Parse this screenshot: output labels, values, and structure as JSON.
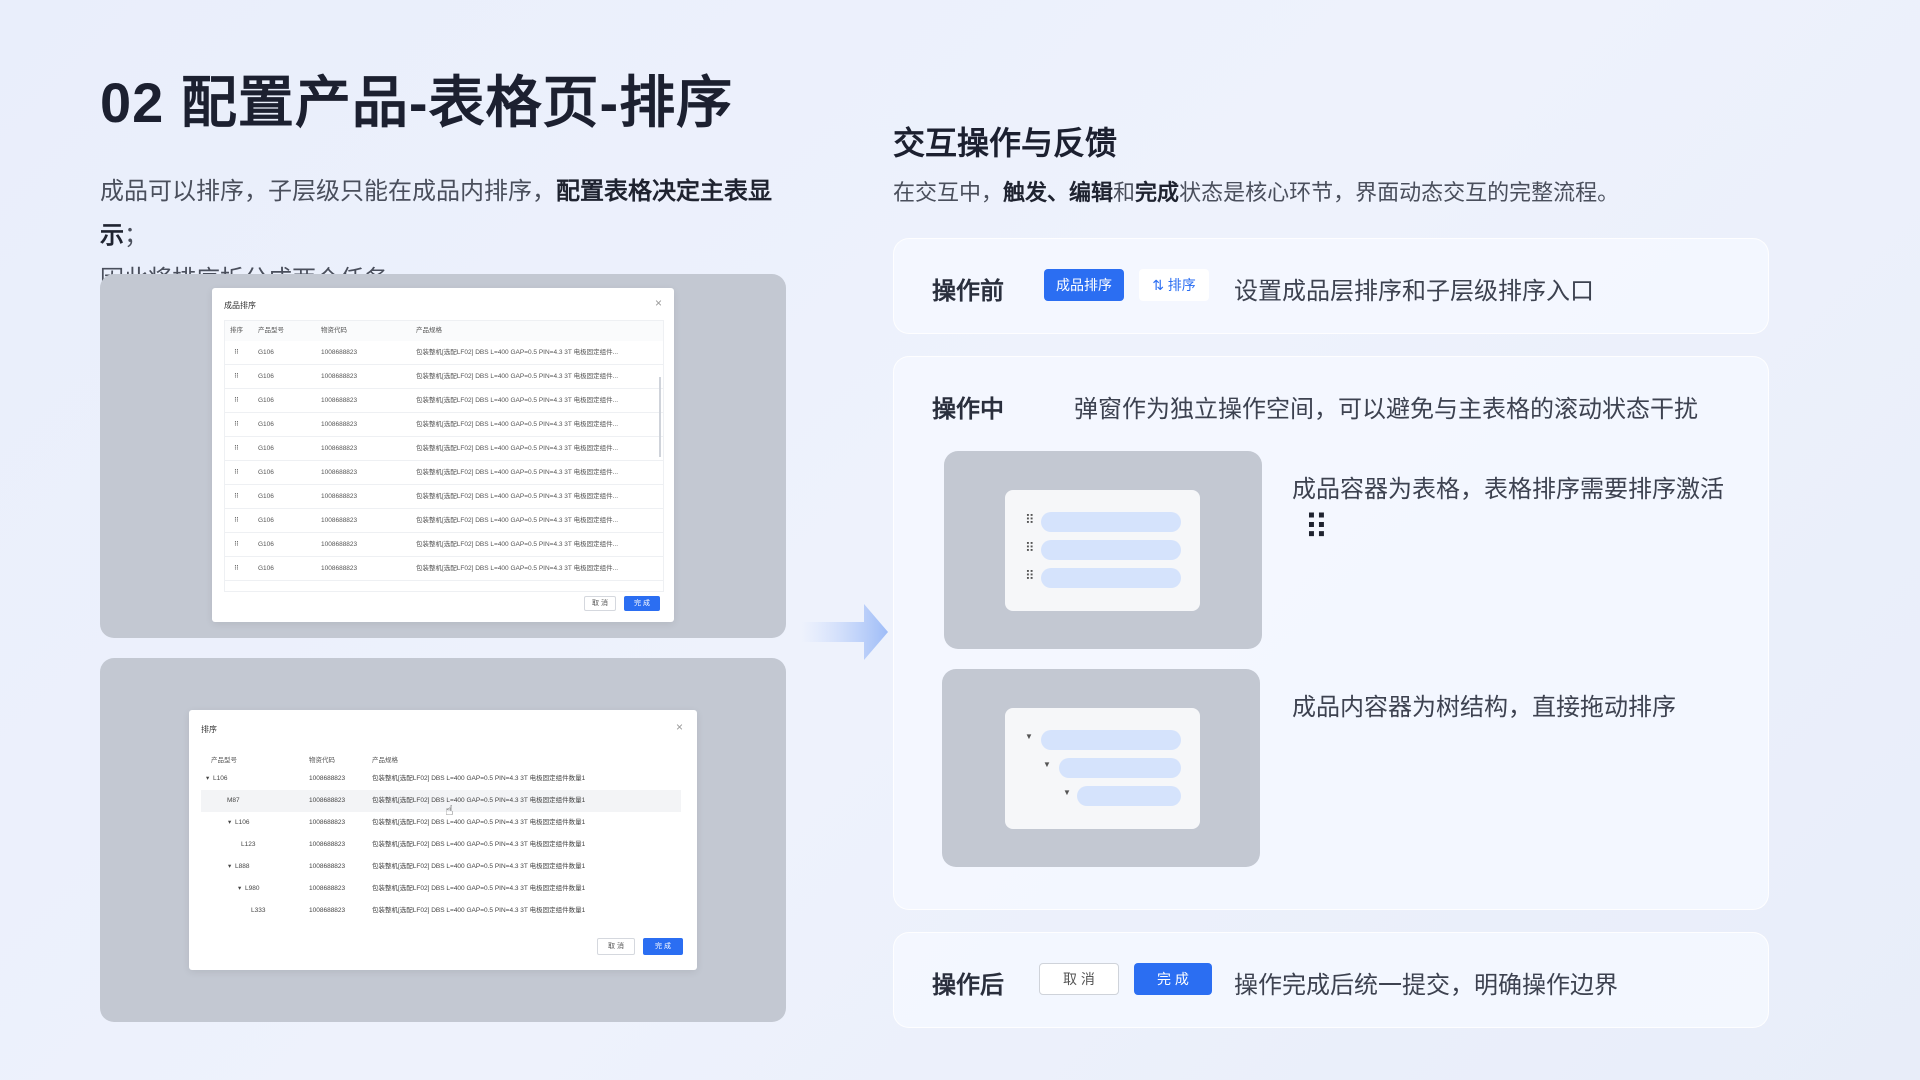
{
  "page": {
    "title": "02 配置产品-表格页-排序",
    "desc_line1_a": "成品可以排序，子层级只能在成品内排序，",
    "desc_line1_b": "配置表格决定主表显示",
    "desc_line1_c": "；",
    "desc_line2": "因此将排序拆分成两个任务。"
  },
  "dialog1": {
    "title": "成品排序",
    "close": "×",
    "headers": [
      "排序",
      "产品型号",
      "物资代码",
      "产品规格"
    ],
    "rows": [
      {
        "model": "G106",
        "code": "1008688823",
        "spec": "包装整机[选配LF02] DBS L=400 GAP=0.5 PIN=4.3 3T 电极固定组件..."
      },
      {
        "model": "G106",
        "code": "1008688823",
        "spec": "包装整机[选配LF02] DBS L=400 GAP=0.5 PIN=4.3 3T 电极固定组件..."
      },
      {
        "model": "G106",
        "code": "1008688823",
        "spec": "包装整机[选配LF02] DBS L=400 GAP=0.5 PIN=4.3 3T 电极固定组件..."
      },
      {
        "model": "G106",
        "code": "1008688823",
        "spec": "包装整机[选配LF02] DBS L=400 GAP=0.5 PIN=4.3 3T 电极固定组件..."
      },
      {
        "model": "G106",
        "code": "1008688823",
        "spec": "包装整机[选配LF02] DBS L=400 GAP=0.5 PIN=4.3 3T 电极固定组件..."
      },
      {
        "model": "G106",
        "code": "1008688823",
        "spec": "包装整机[选配LF02] DBS L=400 GAP=0.5 PIN=4.3 3T 电极固定组件..."
      },
      {
        "model": "G106",
        "code": "1008688823",
        "spec": "包装整机[选配LF02] DBS L=400 GAP=0.5 PIN=4.3 3T 电极固定组件..."
      },
      {
        "model": "G106",
        "code": "1008688823",
        "spec": "包装整机[选配LF02] DBS L=400 GAP=0.5 PIN=4.3 3T 电极固定组件..."
      },
      {
        "model": "G106",
        "code": "1008688823",
        "spec": "包装整机[选配LF02] DBS L=400 GAP=0.5 PIN=4.3 3T 电极固定组件..."
      },
      {
        "model": "G106",
        "code": "1008688823",
        "spec": "包装整机[选配LF02] DBS L=400 GAP=0.5 PIN=4.3 3T 电极固定组件..."
      }
    ],
    "cancel": "取 消",
    "ok": "完 成"
  },
  "dialog2": {
    "title": "排序",
    "close": "×",
    "headers": [
      "产品型号",
      "物资代码",
      "产品规格"
    ],
    "rows": [
      {
        "model": "L106",
        "code": "1008688823",
        "spec": "包装整机[选配LF02] DBS L=400 GAP=0.5 PIN=4.3 3T 电极固定组件数量1",
        "expander": "▾"
      },
      {
        "model": "M87",
        "code": "1008688823",
        "spec": "包装整机[选配LF02] DBS L=400 GAP=0.5 PIN=4.3 3T 电极固定组件数量1",
        "expander": ""
      },
      {
        "model": "L106",
        "code": "1008688823",
        "spec": "包装整机[选配LF02] DBS L=400 GAP=0.5 PIN=4.3 3T 电极固定组件数量1",
        "expander": "▾"
      },
      {
        "model": "L123",
        "code": "1008688823",
        "spec": "包装整机[选配LF02] DBS L=400 GAP=0.5 PIN=4.3 3T 电极固定组件数量1",
        "expander": ""
      },
      {
        "model": "L888",
        "code": "1008688823",
        "spec": "包装整机[选配LF02] DBS L=400 GAP=0.5 PIN=4.3 3T 电极固定组件数量1",
        "expander": "▾"
      },
      {
        "model": "L980",
        "code": "1008688823",
        "spec": "包装整机[选配LF02] DBS L=400 GAP=0.5 PIN=4.3 3T 电极固定组件数量1",
        "expander": "▾"
      },
      {
        "model": "L333",
        "code": "1008688823",
        "spec": "包装整机[选配LF02] DBS L=400 GAP=0.5 PIN=4.3 3T 电极固定组件数量1",
        "expander": ""
      }
    ],
    "cancel": "取 消",
    "ok": "完 成"
  },
  "right": {
    "title": "交互操作与反馈",
    "sub_a": "在交互中，",
    "sub_b": "触发、编辑",
    "sub_c": "和",
    "sub_d": "完成",
    "sub_e": "状态是核心环节，界面动态交互的完整流程。",
    "before": {
      "label": "操作前",
      "tag_primary": "成品排序",
      "tag_secondary": "⇅ 排序",
      "note": "设置成品层排序和子层级排序入口"
    },
    "during": {
      "label": "操作中",
      "note": "弹窗作为独立操作空间，可以避免与主表格的滚动状态干扰",
      "table_note": "成品容器为表格，表格排序需要排序激活",
      "tree_note": "成品内容器为树结构，直接拖动排序"
    },
    "after": {
      "label": "操作后",
      "cancel": "取 消",
      "ok": "完 成",
      "note": "操作完成后统一提交，明确操作边界"
    }
  },
  "colors": {
    "accent": "#2b6ef2",
    "pill": "#d5e3fc",
    "shot_bg": "#c3c8d2"
  }
}
